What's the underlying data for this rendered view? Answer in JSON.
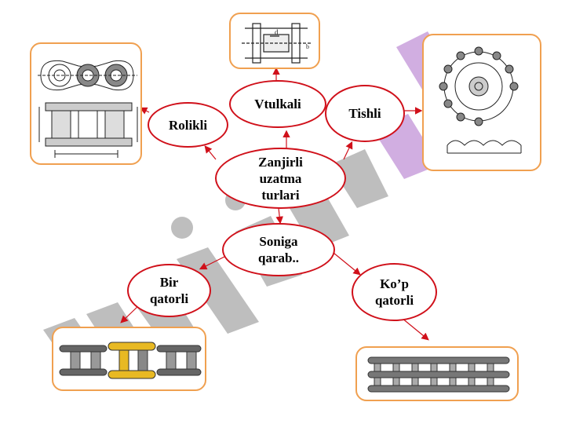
{
  "nodes": {
    "center": "Zanjirli\nuzatma\nturlari",
    "rolikli": "Rolikli",
    "vtulkali": "Vtulkali",
    "tishli": "Tishli",
    "soniga": "Soniga\nqarab..",
    "bir": "Bir\nqatorli",
    "kop": "Ko’p\nqatorli"
  },
  "colors": {
    "ellipse_border": "#d0101a",
    "box_border": "#f0a050",
    "arrow": "#d0101a",
    "watermark_gray": "#b3b3b3",
    "watermark_violet": "#c9a0dc",
    "chain_yellow": "#e8b923"
  },
  "icons": [
    "roller-chain-drawing",
    "bushing-chain-drawing",
    "toothed-chain-drawing",
    "single-row-chain-photo",
    "multi-row-chain-photo"
  ]
}
